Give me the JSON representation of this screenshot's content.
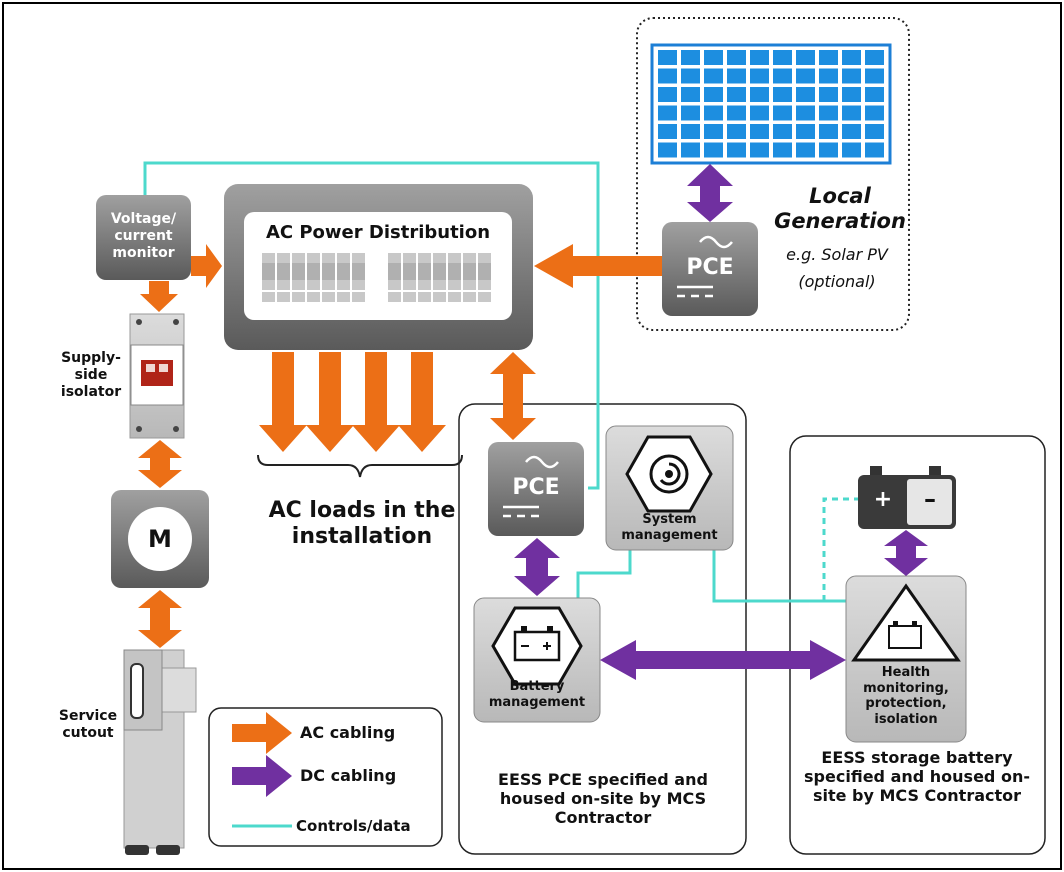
{
  "components": {
    "voltage_monitor": "Voltage/ current monitor",
    "ac_distribution": "AC Power Distribution",
    "supply_isolator": "Supply- side isolator",
    "meter": "M",
    "service_cutout": "Service cutout",
    "ac_loads": "AC loads in the installation",
    "pce_generation": "PCE",
    "pce_eess": "PCE",
    "local_generation_title": "Local Generation",
    "local_generation_example": "e.g. Solar PV",
    "local_generation_optional": "(optional)",
    "system_management": "System management",
    "battery_management": "Battery management",
    "health_monitoring": "Health monitoring, protection, isolation",
    "battery_plus": "+",
    "battery_minus": "–"
  },
  "groups": {
    "eess_pce": "EESS PCE specified and housed on-site by MCS Contractor",
    "eess_battery": "EESS storage battery specified and housed on-site by MCS Contractor"
  },
  "legend": {
    "ac": "AC cabling",
    "dc": "DC cabling",
    "controls": "Controls/data"
  },
  "colors": {
    "ac": "#ec6f16",
    "dc": "#7030a0",
    "controls": "#4dd9cc",
    "device": "#808080"
  }
}
